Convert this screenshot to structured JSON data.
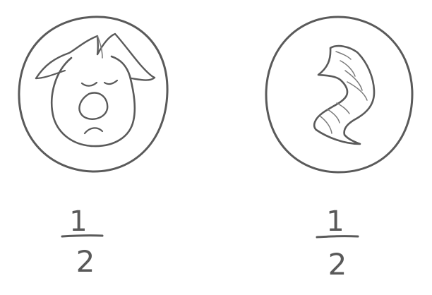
{
  "coins": [
    {
      "face": "face-with-closed-eyes",
      "label": {
        "numerator": "1",
        "denominator": "2"
      }
    },
    {
      "face": "worm-shape",
      "label": {
        "numerator": "1",
        "denominator": "2"
      }
    }
  ],
  "colors": {
    "stroke": "#5a5a5a",
    "background": "#ffffff"
  }
}
